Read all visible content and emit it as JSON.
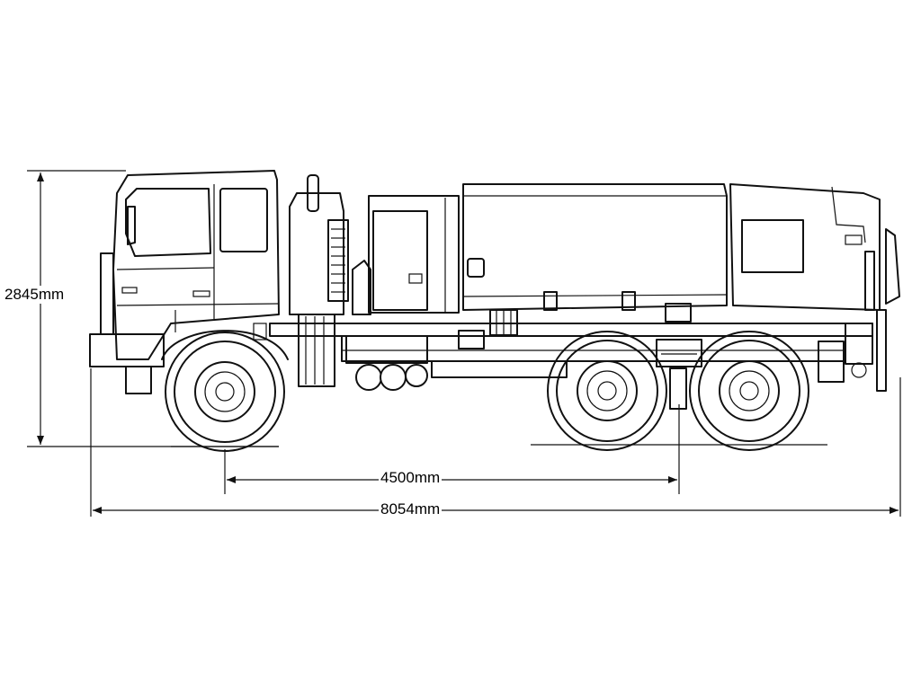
{
  "dimensions": {
    "height": "2845mm",
    "wheelbase": "4500mm",
    "overall_length": "8054mm"
  },
  "colors": {
    "line": "#111111",
    "background": "#ffffff"
  }
}
